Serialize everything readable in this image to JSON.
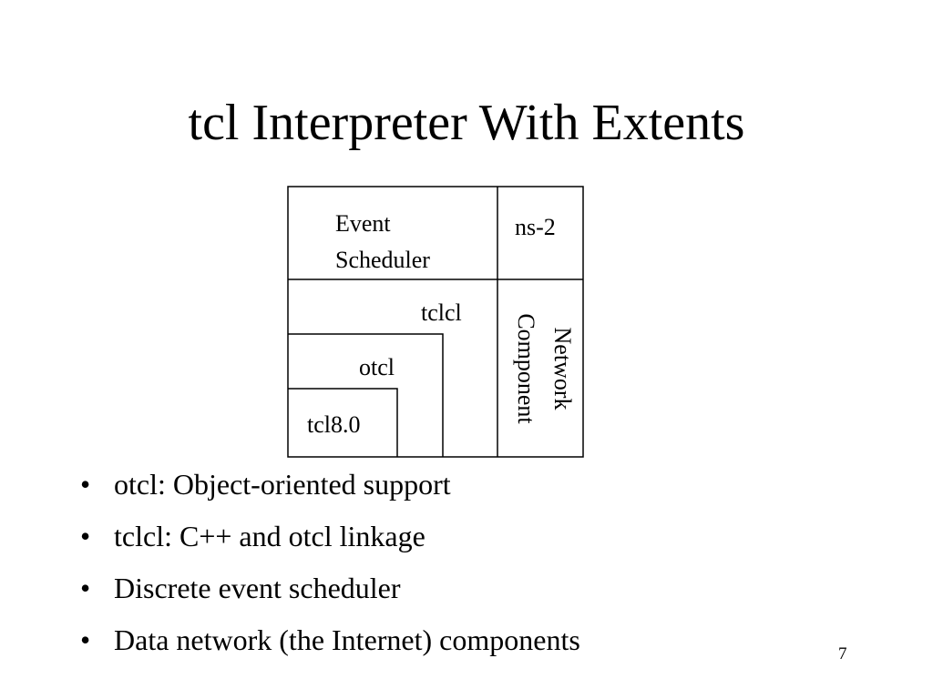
{
  "slide": {
    "title": "tcl Interpreter With Extents",
    "page_number": "7"
  },
  "diagram": {
    "event_scheduler": "Event\nScheduler",
    "ns2": "ns-2",
    "tclcl": "tclcl",
    "otcl": "otcl",
    "tcl80": "tcl8.0",
    "network_component": "Network\nComponent"
  },
  "bullets": {
    "marker": "•",
    "items": [
      "otcl: Object-oriented support",
      "tclcl: C++ and otcl linkage",
      "Discrete event scheduler",
      "Data network (the Internet) components"
    ]
  }
}
